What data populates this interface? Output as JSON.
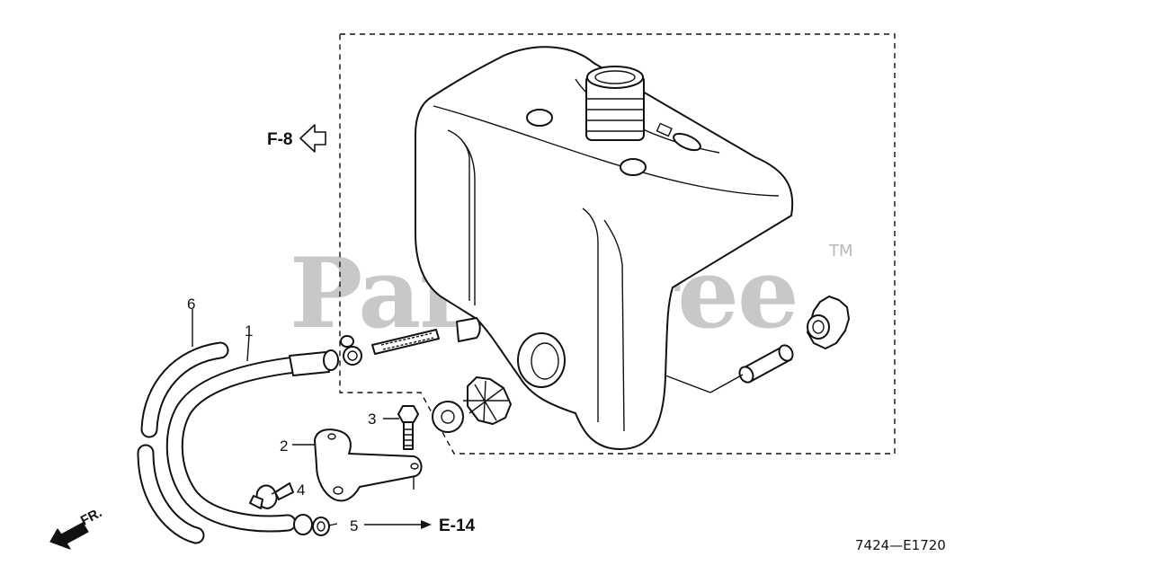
{
  "diagram": {
    "watermark": "PartsTree",
    "trademark": "TM",
    "drawing_code": "7424—E1720",
    "refs": {
      "f8": "F-8",
      "e14": "E-14",
      "front": "FR."
    },
    "callouts": [
      "1",
      "2",
      "3",
      "4",
      "5",
      "6"
    ]
  }
}
